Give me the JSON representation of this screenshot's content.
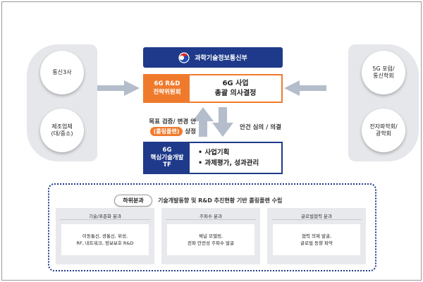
{
  "ministry": {
    "name": "과학기술정보통신부",
    "logo_icon": "taeguk-emblem-icon"
  },
  "committee": {
    "label": "6G R&D\n전략위원회",
    "text": "6G 사업\n총괄 의사결정"
  },
  "tf": {
    "label": "6G\n핵심기술개발\nTF",
    "items": [
      "• 사업기획",
      "• 과제평가, 성과관리"
    ]
  },
  "notes": {
    "left_line1": "목표 검증/ 변경 안",
    "left_pill": "(롤링플랜)",
    "left_suffix": "상정",
    "right": "안건 심의 / 의결"
  },
  "left_side": [
    "통신3사",
    "제조업체\n(대/중소)"
  ],
  "right_side": [
    "5G 포럼/\n통신학회",
    "전자파학회/\n광학회"
  ],
  "subcommittees": {
    "tag": "하위분과",
    "description": "기술개발동향 및 R&D 추진현황 기반 롤링플랜 수립",
    "cards": [
      {
        "title": "기술/표준화 분과",
        "body": "이동통신, 광통신, 위성,\nRF, 네트워크, 정보보호 R&D"
      },
      {
        "title": "주파수 분과",
        "body": "채널 모델링,\n전파 안전성 주파수 발굴"
      },
      {
        "title": "글로벌협력 분과",
        "body": "협력 의제 발굴,\n글로벌 동향 파악"
      }
    ]
  },
  "colors": {
    "navy": "#1f3a8a",
    "orange": "#f07a2c",
    "gray": "#e5e7ea",
    "arrow": "#b4bdcc"
  }
}
